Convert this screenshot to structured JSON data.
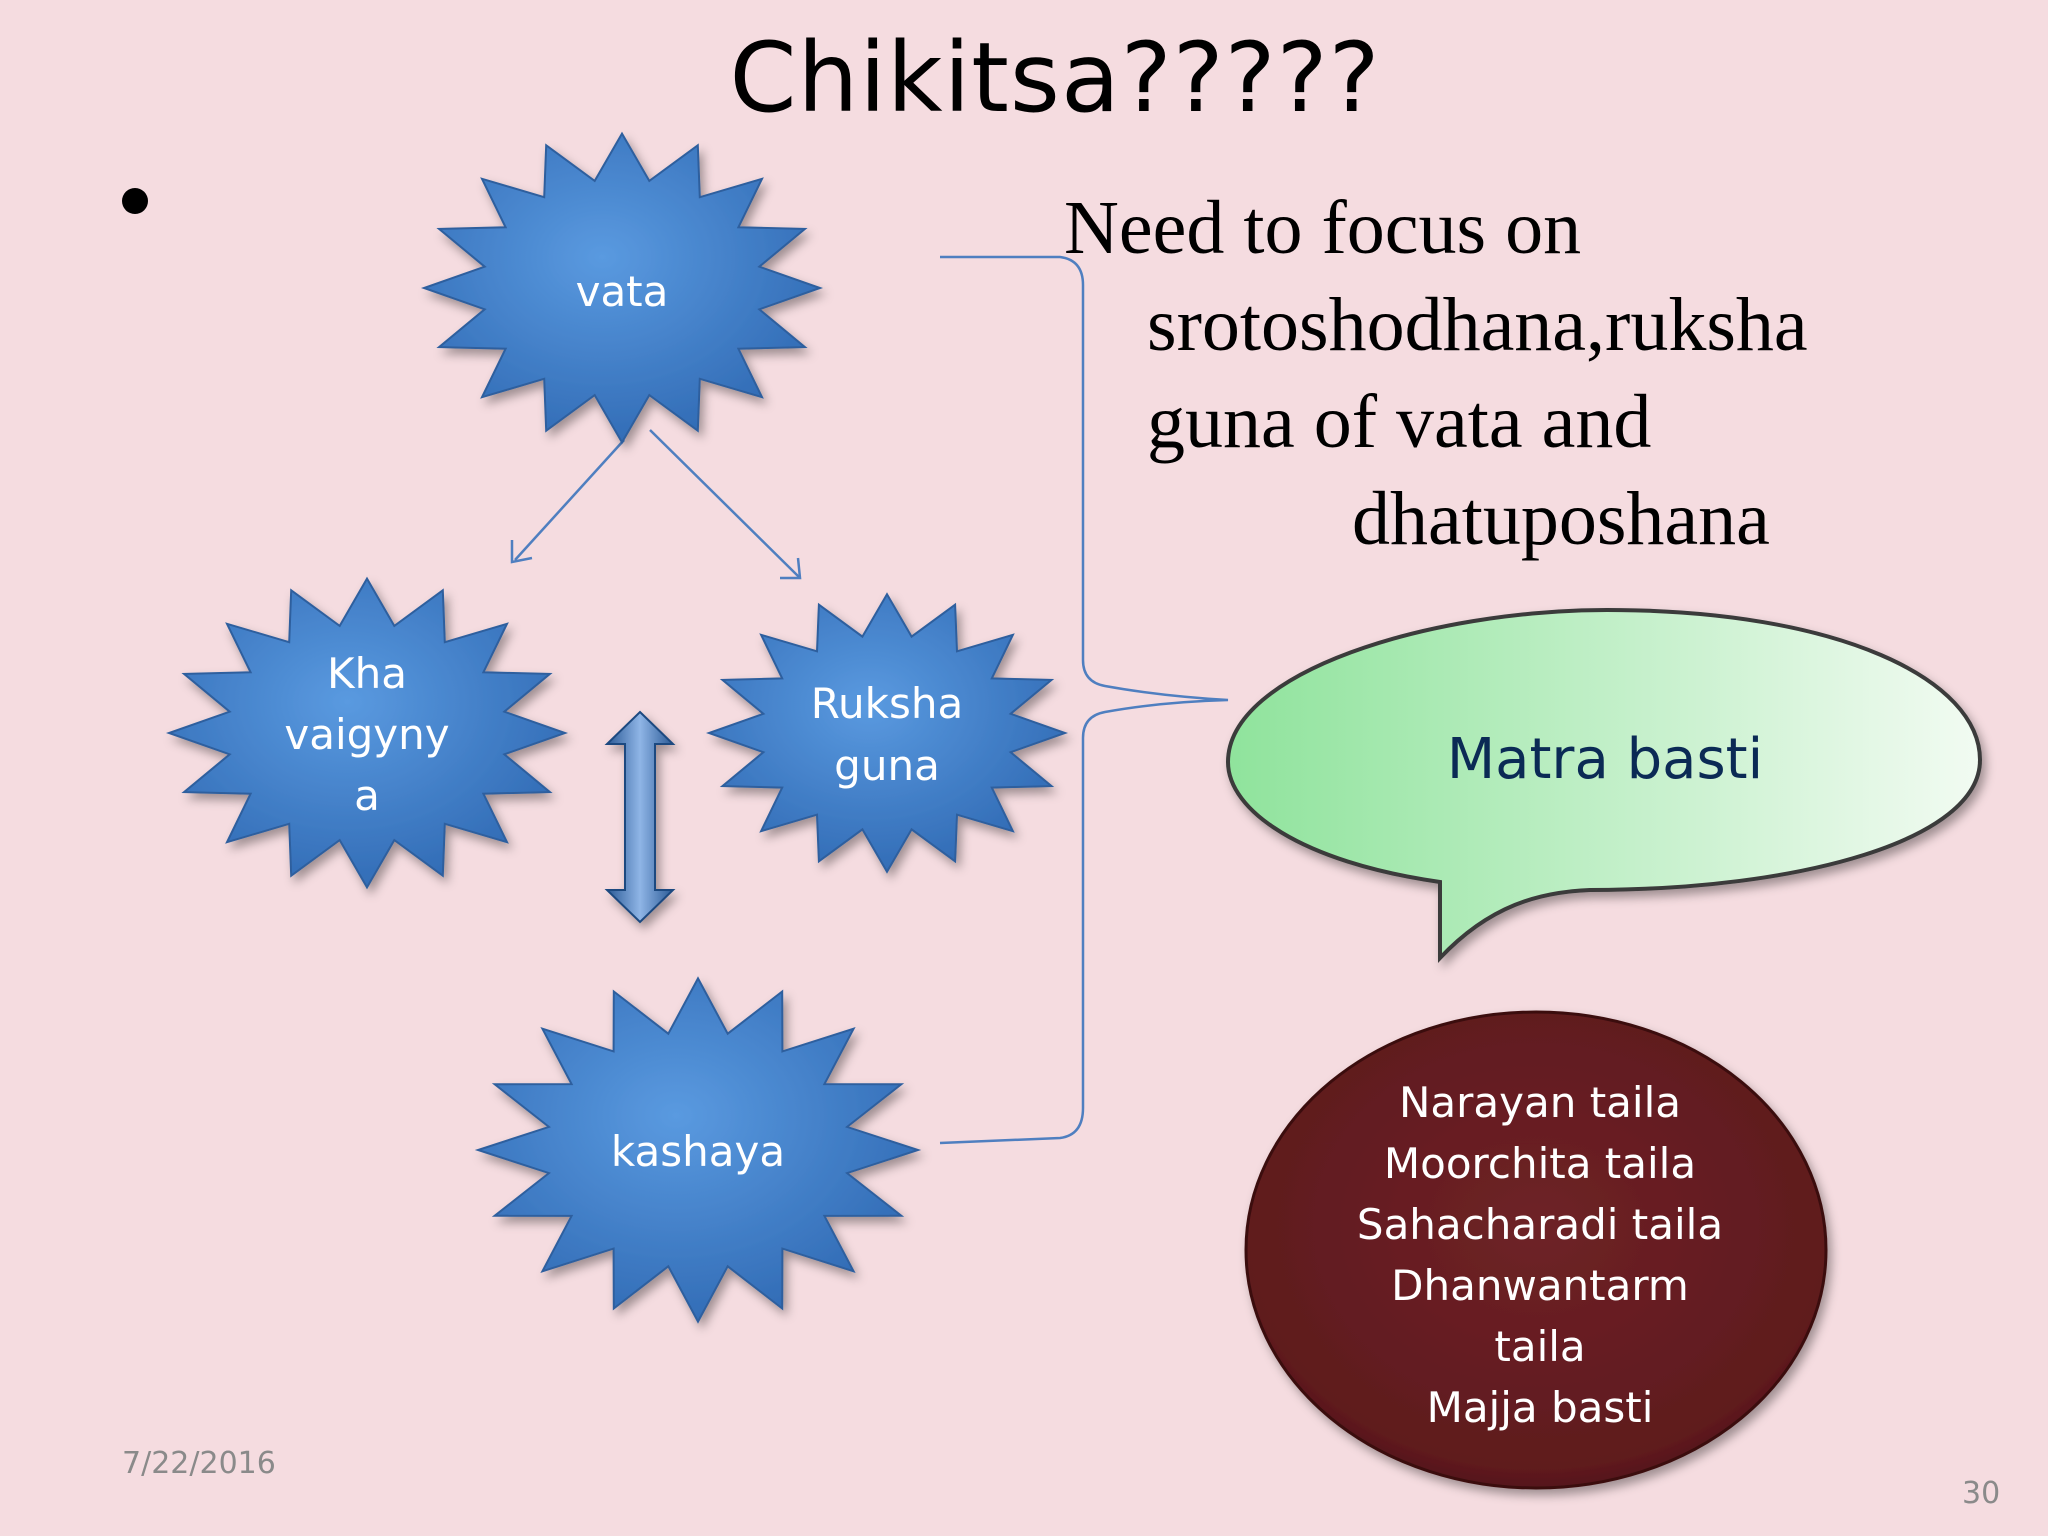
{
  "slide": {
    "title": "Chikitsa?????",
    "date": "7/22/2016",
    "page_number": "30"
  },
  "nodes": {
    "vata": {
      "label": "vata"
    },
    "kha": {
      "label_lines": [
        "Kha",
        "vaigyny",
        "a"
      ]
    },
    "ruksha": {
      "label_lines": [
        "Ruksha",
        "guna"
      ]
    },
    "kashaya": {
      "label": "kashaya"
    }
  },
  "focus_text": {
    "lines": [
      "Need to focus on",
      "srotoshodhana,ruksha",
      "guna of vata and",
      "dhatuposhana"
    ]
  },
  "callout": {
    "label": "Matra basti"
  },
  "oils": {
    "lines": [
      "Narayan taila",
      "Moorchita taila",
      "Sahacharadi taila",
      "Dhanwantarm",
      "taila",
      "Majja basti"
    ]
  },
  "colors": {
    "background": "#f5dce0",
    "star_fill": "#3f7fc8",
    "star_stroke": "#2d5f9e",
    "connector": "#4f7fc0",
    "callout_fill": "#bff0c4",
    "callout_text": "#0b2a55",
    "oval_fill": "#6e2226"
  }
}
